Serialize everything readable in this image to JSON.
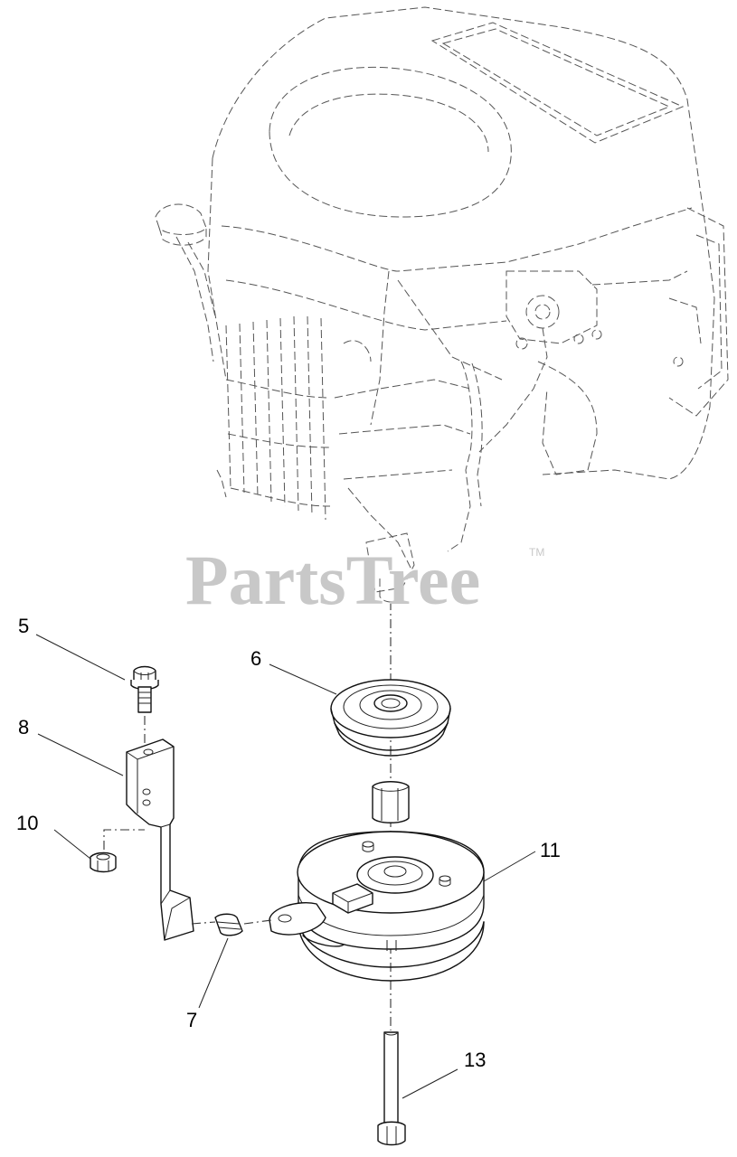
{
  "watermark": {
    "text": "PartsTree",
    "trademark": "TM"
  },
  "callouts": [
    {
      "id": "c5",
      "number": "5"
    },
    {
      "id": "c6",
      "number": "6"
    },
    {
      "id": "c7",
      "number": "7"
    },
    {
      "id": "c8",
      "number": "8"
    },
    {
      "id": "c10",
      "number": "10"
    },
    {
      "id": "c11",
      "number": "11"
    },
    {
      "id": "c13",
      "number": "13"
    }
  ]
}
